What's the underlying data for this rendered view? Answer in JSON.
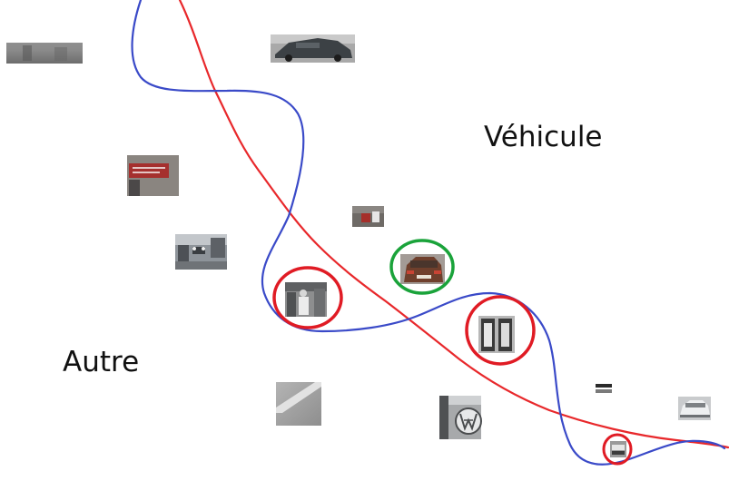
{
  "labels": {
    "vehicle_region": "Véhicule",
    "other_region": "Autre"
  },
  "colors": {
    "red_boundary": "#e8282b",
    "blue_boundary": "#3a4ac8",
    "red_circle": "#e01b24",
    "green_circle": "#1aa33a"
  },
  "thumbnails": [
    {
      "subject": "blurry-gray-street",
      "circle": "none"
    },
    {
      "subject": "dark-sedan",
      "circle": "none"
    },
    {
      "subject": "red-sign",
      "circle": "none"
    },
    {
      "subject": "small-dark-object",
      "circle": "none"
    },
    {
      "subject": "street-traffic",
      "circle": "none"
    },
    {
      "subject": "brown-car-rear",
      "circle": "green"
    },
    {
      "subject": "person-standing",
      "circle": "red"
    },
    {
      "subject": "shop-window",
      "circle": "red"
    },
    {
      "subject": "road-marking",
      "circle": "none"
    },
    {
      "subject": "vw-logo",
      "circle": "none"
    },
    {
      "subject": "tiny-license-plate",
      "circle": "none"
    },
    {
      "subject": "white-car",
      "circle": "none"
    },
    {
      "subject": "small-car-icon",
      "circle": "red"
    }
  ]
}
